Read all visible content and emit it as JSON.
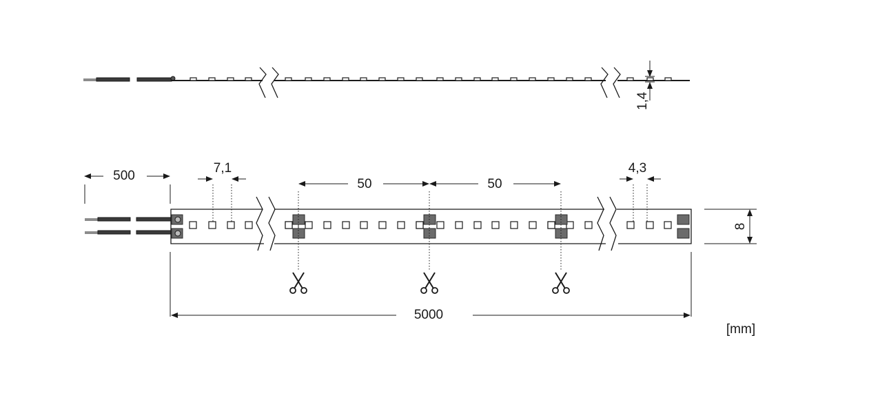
{
  "dimensions": {
    "lead_length": "500",
    "led_pitch": "7,1",
    "cut_pitch_1": "50",
    "cut_pitch_2": "50",
    "end_spacing": "4,3",
    "strip_length": "5000",
    "strip_width": "8",
    "strip_height": "1,4"
  },
  "unit_label": "[mm]",
  "icons": {
    "cut_mark": "scissors-icon"
  },
  "colors": {
    "line": "#1a1a1a",
    "pad": "#6b6b6b",
    "wire": "#3a3a3a"
  }
}
